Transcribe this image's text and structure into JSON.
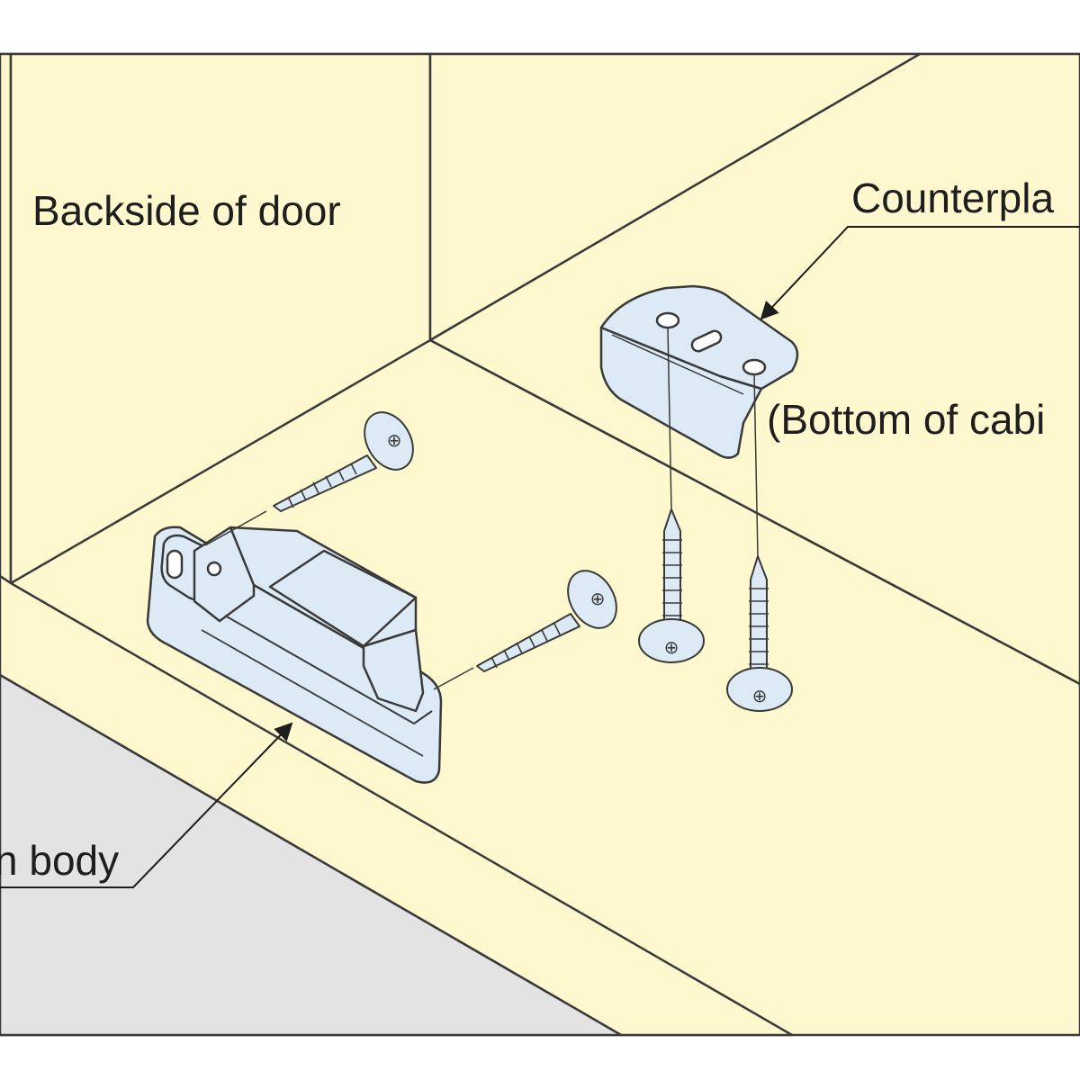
{
  "labels": {
    "backside_of_door": "Backside of door",
    "counterplate": "Counterpla",
    "bottom_of_cabinet": "(Bottom of cabi",
    "catch_body": "n body"
  },
  "screw_marks": {
    "mark": "⊕"
  },
  "colors": {
    "panel_fill": "#fff8cf",
    "floor_fill": "#e3e3e3",
    "part_fill": "#dceaf5",
    "outline": "#3a3a3a"
  }
}
